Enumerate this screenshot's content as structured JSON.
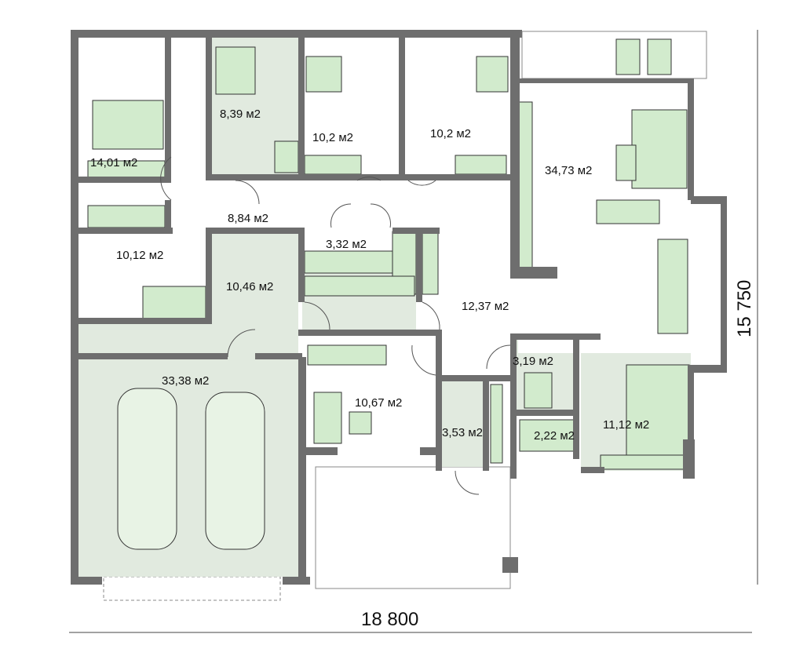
{
  "rooms": [
    {
      "id": "bedroom-1",
      "area": "14,01 м2"
    },
    {
      "id": "bathroom",
      "area": "8,39 м2"
    },
    {
      "id": "bedroom-2",
      "area": "10,2 м2"
    },
    {
      "id": "bedroom-3",
      "area": "10,2 м2"
    },
    {
      "id": "living-room",
      "area": "34,73 м2"
    },
    {
      "id": "hall",
      "area": "8,84 м2"
    },
    {
      "id": "wardrobe",
      "area": "3,32 м2"
    },
    {
      "id": "bedroom-4",
      "area": "10,12 м2"
    },
    {
      "id": "utility",
      "area": "10,46 м2"
    },
    {
      "id": "corridor",
      "area": "12,37 м2"
    },
    {
      "id": "garage",
      "area": "33,38 м2"
    },
    {
      "id": "wc",
      "area": "3,19 м2"
    },
    {
      "id": "study",
      "area": "10,67 м2"
    },
    {
      "id": "vestibule",
      "area": "3,53 м2"
    },
    {
      "id": "pantry",
      "area": "2,22 м2"
    },
    {
      "id": "kitchen",
      "area": "11,12 м2"
    }
  ],
  "dimensions": {
    "width": "18 800",
    "height": "15 750"
  },
  "colors": {
    "wall": "#6e6e6e",
    "floor": "#e1eadf",
    "furniture": "#d2ebcd"
  }
}
